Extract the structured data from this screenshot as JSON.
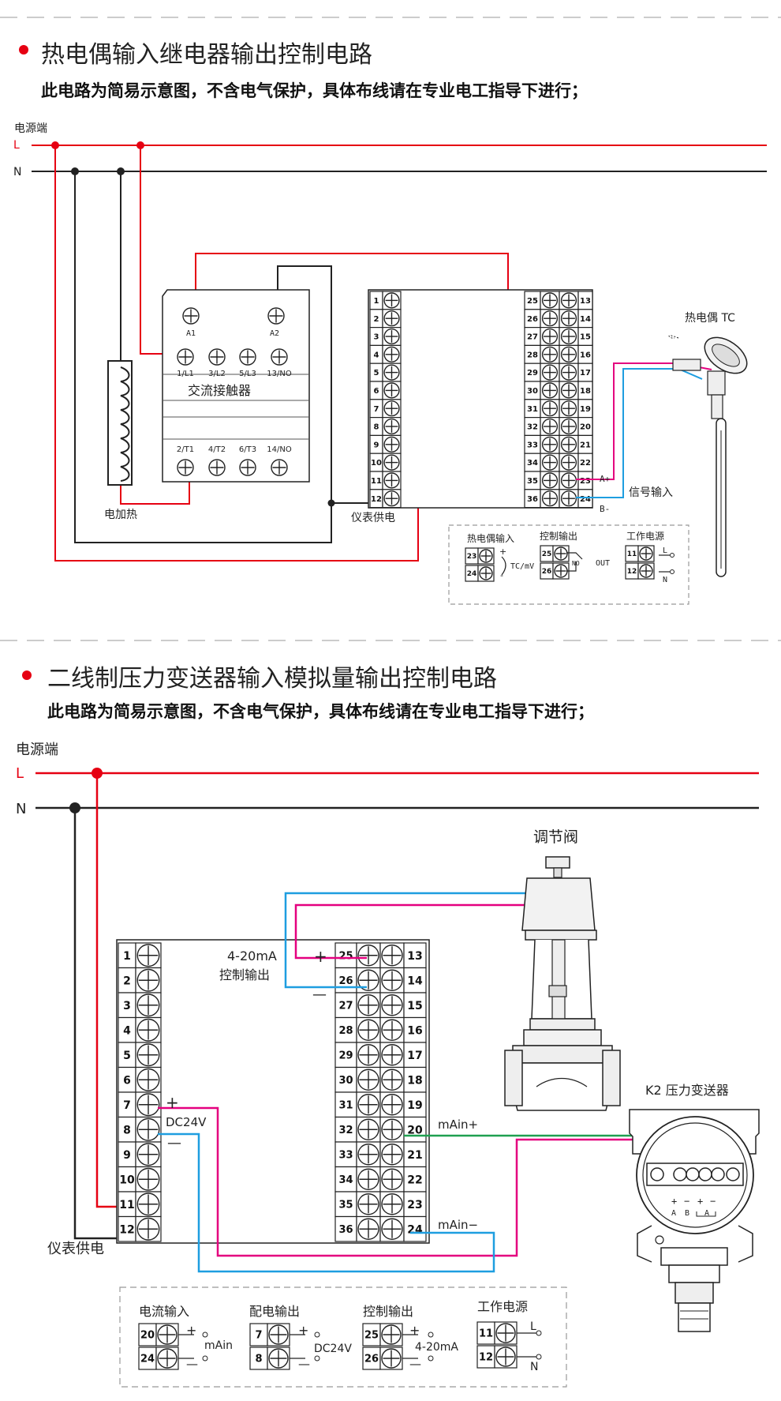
{
  "section1": {
    "title": "热电偶输入继电器输出控制电路",
    "subtitle": "此电路为简易示意图，不含电气保护，具体布线请在专业电工指导下进行；",
    "power_label": "电源端",
    "line_L": "L",
    "line_N": "N",
    "contactor": {
      "name": "交流接触器",
      "coil_a1": "A1",
      "coil_a2": "A2",
      "top_terms": [
        "1/L1",
        "3/L2",
        "5/L3",
        "13/NO"
      ],
      "bottom_terms": [
        "2/T1",
        "4/T2",
        "6/T3",
        "14/NO"
      ]
    },
    "heater_label": "电加热",
    "supply_label": "仪表供电",
    "thermocouple_label": "热电偶 TC",
    "signal_label": "信号输入",
    "a_plus": "A+",
    "b_minus": "B-",
    "left_terms": [
      "1",
      "2",
      "3",
      "4",
      "5",
      "6",
      "7",
      "8",
      "9",
      "10",
      "11",
      "12"
    ],
    "mid_terms": [
      "25",
      "26",
      "27",
      "28",
      "29",
      "30",
      "31",
      "32",
      "33",
      "34",
      "35",
      "36"
    ],
    "right_terms": [
      "13",
      "14",
      "15",
      "16",
      "17",
      "18",
      "19",
      "20",
      "21",
      "22",
      "23",
      "24"
    ],
    "legend": {
      "tc_input": "热电偶输入",
      "ctrl_output": "控制输出",
      "work_power": "工作电源",
      "tc_terms": [
        "23",
        "24"
      ],
      "tc_signal": "TC/mV",
      "plus": "+",
      "minus": "-",
      "out_terms": [
        "25",
        "26"
      ],
      "no": "NO",
      "out": "OUT",
      "pwr_terms": [
        "11",
        "12"
      ],
      "L": "L",
      "N": "N"
    }
  },
  "section2": {
    "title": "二线制压力变送器输入模拟量输出控制电路",
    "subtitle": "此电路为简易示意图，不含电气保护，具体布线请在专业电工指导下进行；",
    "power_label": "电源端",
    "line_L": "L",
    "line_N": "N",
    "valve_label": "调节阀",
    "transmitter_label": "K2 压力变送器",
    "ctrl_output_range": "4-20mA",
    "ctrl_output_label": "控制输出",
    "plus": "+",
    "minus": "—",
    "dc24v": "DC24V",
    "main_plus": "mAin+",
    "main_minus": "mAin−",
    "supply_label": "仪表供电",
    "left_terms": [
      "1",
      "2",
      "3",
      "4",
      "5",
      "6",
      "7",
      "8",
      "9",
      "10",
      "11",
      "12"
    ],
    "mid_terms": [
      "25",
      "26",
      "27",
      "28",
      "29",
      "30",
      "31",
      "32",
      "33",
      "34",
      "35",
      "36"
    ],
    "right_terms": [
      "13",
      "14",
      "15",
      "16",
      "17",
      "18",
      "19",
      "20",
      "21",
      "22",
      "23",
      "24"
    ],
    "transmitter_terms": [
      "+",
      "−",
      "+",
      "−"
    ],
    "transmitter_ab": [
      "A",
      "B",
      "A"
    ],
    "legend": {
      "current_input": "电流输入",
      "dist_output": "配电输出",
      "ctrl_output": "控制输出",
      "work_power": "工作电源",
      "ci_terms": [
        "20",
        "24"
      ],
      "ci_signal": "mAin",
      "do_terms": [
        "7",
        "8"
      ],
      "do_signal": "DC24V",
      "co_terms": [
        "25",
        "26"
      ],
      "co_signal": "4-20mA",
      "pwr_terms": [
        "11",
        "12"
      ],
      "plus": "+",
      "minus": "—",
      "L": "L",
      "N": "N"
    }
  },
  "colors": {
    "red": "#e60012",
    "black": "#222222",
    "pink": "#e4007f",
    "blue": "#1e9ee0",
    "green": "#1fa050",
    "dash": "#bbbbbb"
  }
}
